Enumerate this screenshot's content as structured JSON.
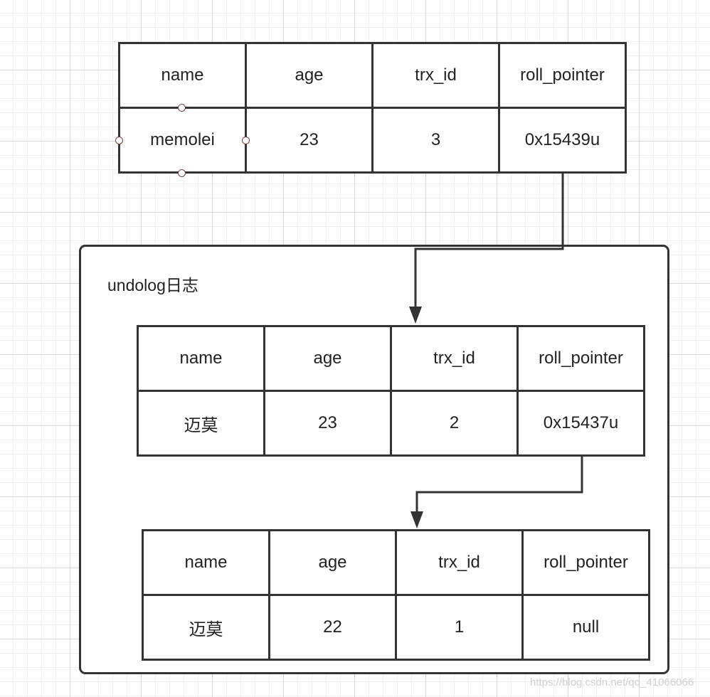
{
  "current_record": {
    "headers": [
      "name",
      "age",
      "trx_id",
      "roll_pointer"
    ],
    "values": [
      "memolei",
      "23",
      "3",
      "0x15439u"
    ]
  },
  "undolog": {
    "label": "undolog日志",
    "records": [
      {
        "headers": [
          "name",
          "age",
          "trx_id",
          "roll_pointer"
        ],
        "values": [
          "迈莫",
          "23",
          "2",
          "0x15437u"
        ]
      },
      {
        "headers": [
          "name",
          "age",
          "trx_id",
          "roll_pointer"
        ],
        "values": [
          "迈莫",
          "22",
          "1",
          "null"
        ]
      }
    ]
  },
  "watermark": "https://blog.csdn.net/qq_41066066",
  "colors": {
    "line": "#333333",
    "handle": "#7a3b3b",
    "grid_major": "#d9d9d9",
    "grid_minor": "#f0f0f0"
  }
}
